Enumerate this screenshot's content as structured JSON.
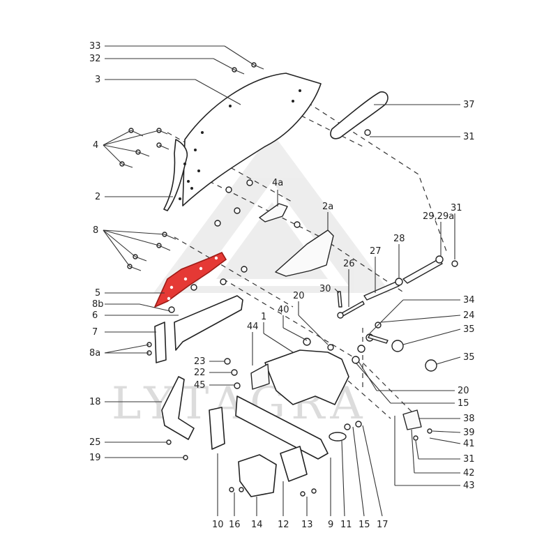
{
  "diagram": {
    "watermark_text": "LYTAGRA",
    "highlight_color": "#e53935",
    "labels": {
      "l33": "33",
      "l32": "32",
      "l3": "3",
      "l4": "4",
      "l2": "2",
      "l8": "8",
      "l5": "5",
      "l8b": "8b",
      "l6": "6",
      "l7": "7",
      "l8a": "8a",
      "l18": "18",
      "l25": "25",
      "l19": "19",
      "l10": "10",
      "l16": "16",
      "l14": "14",
      "l12": "12",
      "l13": "13",
      "l9": "9",
      "l11": "11",
      "l15b": "15",
      "l17": "17",
      "l37": "37",
      "l31a": "31",
      "l4a": "4a",
      "l2a": "2a",
      "l29": "29,29a",
      "l31b": "31",
      "l28": "28",
      "l27": "27",
      "l26": "26",
      "l30": "30",
      "l20a": "20",
      "l40": "40",
      "l1": "1",
      "l44": "44",
      "l23": "23",
      "l22": "22",
      "l45": "45",
      "l34": "34",
      "l24": "24",
      "l35a": "35",
      "l35b": "35",
      "l20b": "20",
      "l15a": "15",
      "l38": "38",
      "l39": "39",
      "l41": "41",
      "l31c": "31",
      "l42": "42",
      "l43": "43"
    }
  }
}
